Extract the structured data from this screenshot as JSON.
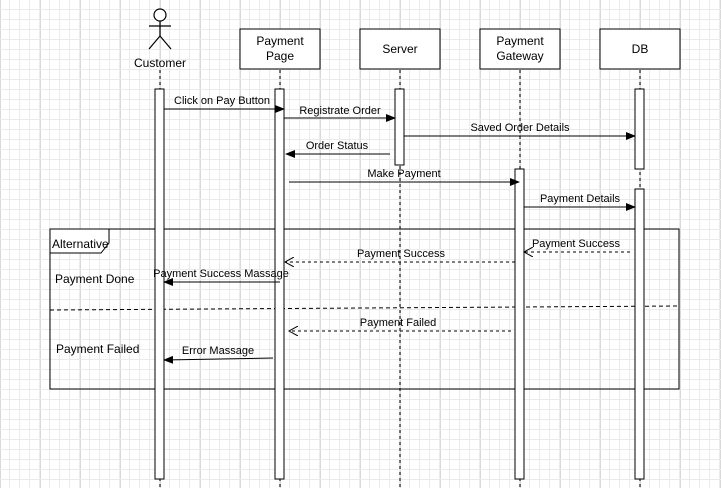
{
  "participants": {
    "customer": "Customer",
    "payment_page": "Payment Page",
    "server": "Server",
    "payment_gateway": "Payment Gateway",
    "db": "DB"
  },
  "messages": {
    "click_pay": "Click on Pay Button",
    "registrate_order": "Registrate Order",
    "saved_order_details": "Saved Order Details",
    "order_status": "Order Status",
    "make_payment": "Make Payment",
    "payment_details": "Payment Details",
    "payment_success_db": "Payment Success",
    "payment_success_gw": "Payment Success",
    "payment_success_massage": "Payment Success Massage",
    "payment_failed": "Payment Failed",
    "error_massage": "Error Massage"
  },
  "fragment": {
    "operator": "Alternative",
    "guard_success": "Payment Done",
    "guard_failed": "Payment Failed"
  }
}
